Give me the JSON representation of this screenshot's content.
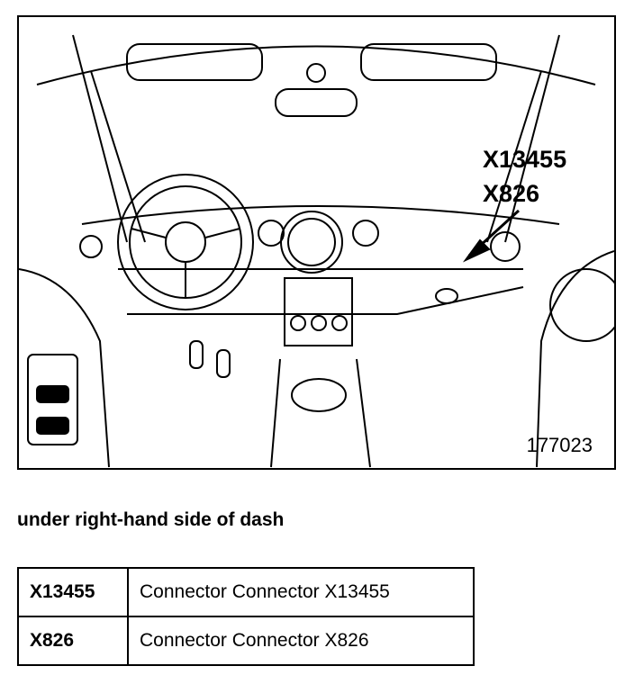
{
  "figure": {
    "callouts": [
      "X13455",
      "X826"
    ],
    "figure_number": "177023"
  },
  "caption": "under right-hand side of dash",
  "table": {
    "rows": [
      {
        "code": "X13455",
        "description": "Connector Connector X13455"
      },
      {
        "code": "X826",
        "description": "Connector Connector X826"
      }
    ]
  }
}
